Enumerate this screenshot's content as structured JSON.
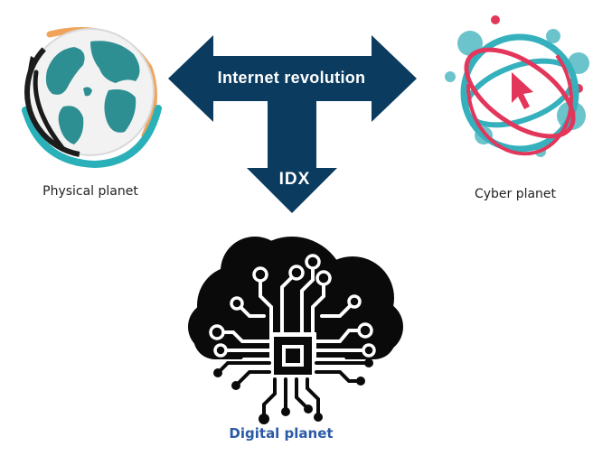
{
  "diagram": {
    "arrow_horizontal_label": "Internet revolution",
    "arrow_down_label": "IDX",
    "nodes": {
      "physical": "Physical planet",
      "cyber": "Cyber planet",
      "digital": "Digital planet"
    }
  },
  "colors": {
    "arrow": "#0b3b5e",
    "digital_label": "#2b5aa6",
    "cyber_teal": "#35b0bd",
    "cyber_red": "#e2365b",
    "globe_teal": "#2e8f93"
  }
}
